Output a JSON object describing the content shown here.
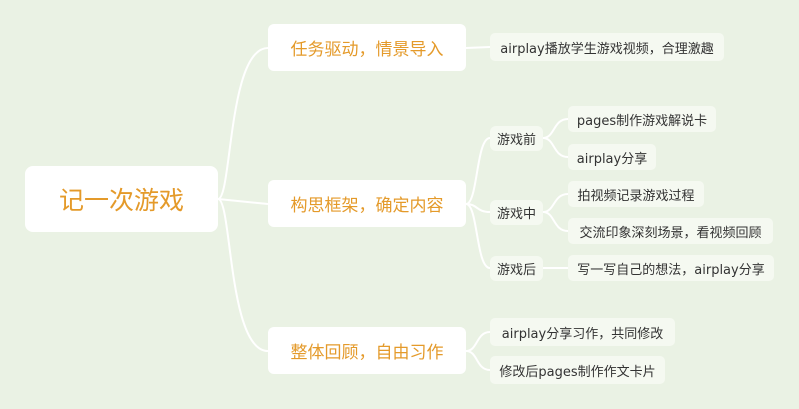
{
  "mindmap": {
    "root": {
      "label": "记一次游戏"
    },
    "branches": [
      {
        "label": "任务驱动，情景导入",
        "children": [
          {
            "label": "airplay播放学生游戏视频，合理激趣"
          }
        ]
      },
      {
        "label": "构思框架，确定内容",
        "children": [
          {
            "label": "游戏前",
            "children": [
              {
                "label": "pages制作游戏解说卡"
              },
              {
                "label": "airplay分享"
              }
            ]
          },
          {
            "label": "游戏中",
            "children": [
              {
                "label": "拍视频记录游戏过程"
              },
              {
                "label": "交流印象深刻场景，看视频回顾"
              }
            ]
          },
          {
            "label": "游戏后",
            "children": [
              {
                "label": "写一写自己的想法，airplay分享"
              }
            ]
          }
        ]
      },
      {
        "label": "整体回顾，自由习作",
        "children": [
          {
            "label": "airplay分享习作，共同修改"
          },
          {
            "label": "修改后pages制作作文卡片"
          }
        ]
      }
    ]
  },
  "colors": {
    "background": "#eaf2e4",
    "accent_text": "#e49a2a",
    "connector": "#ffffff",
    "node_fill": "#ffffff"
  }
}
